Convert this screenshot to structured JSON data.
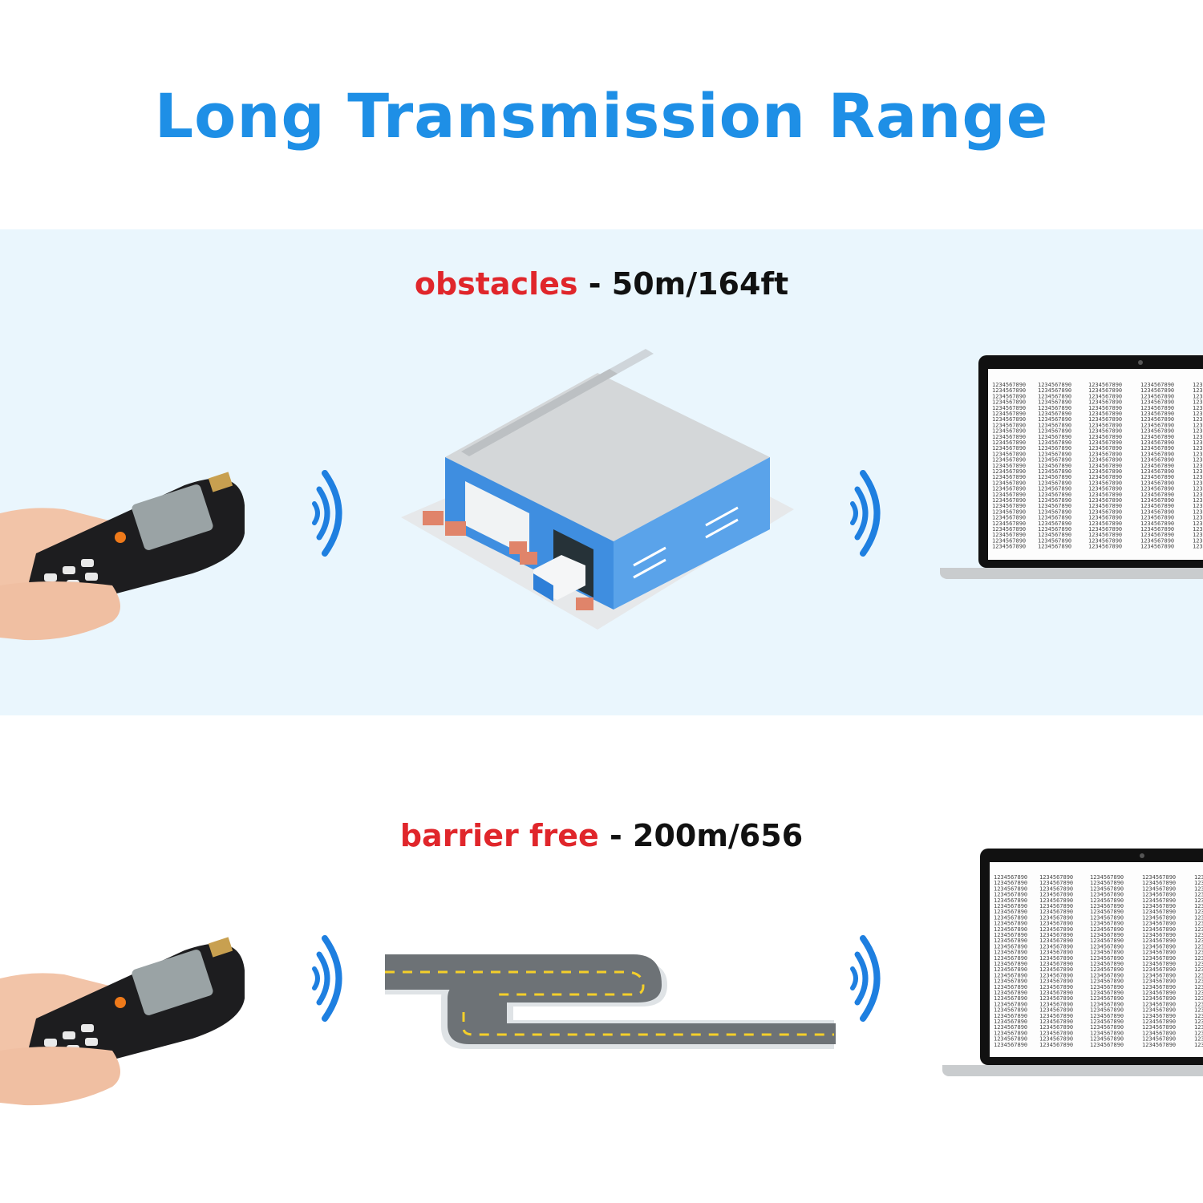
{
  "title": "Long Transmission Range",
  "colors": {
    "title": "#1e8fe6",
    "accent": "#e0262b",
    "panel": "#eaf6fd",
    "signal": "#1e7fe0"
  },
  "sections": [
    {
      "keyword": "obstacles",
      "separator": " - ",
      "range": "50m/164ft",
      "scene_icon": "warehouse-icon"
    },
    {
      "keyword": "barrier free",
      "separator": " - ",
      "range": "200m/656",
      "scene_icon": "road-icon"
    }
  ],
  "laptop_screen": {
    "cell_value": "1234567890"
  }
}
